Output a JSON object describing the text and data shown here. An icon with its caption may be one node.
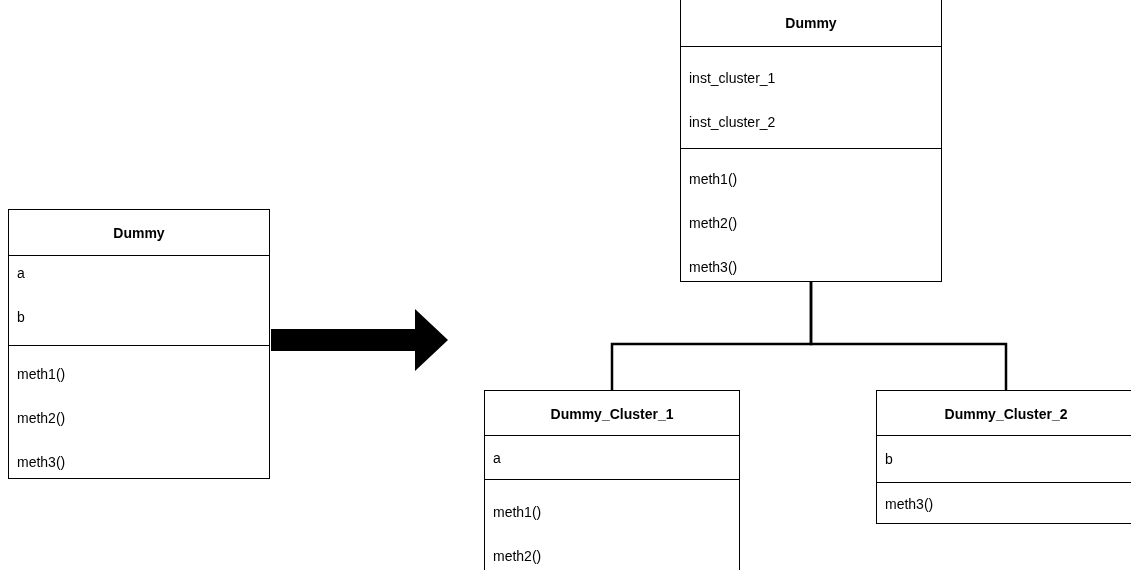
{
  "diagram": {
    "nodes": [
      {
        "text": [
          "Dummy"
        ]
      },
      {
        "text": [
          "a",
          "b"
        ],
        "in": 0
      },
      {
        "text": [
          "meth1()",
          "meth2()",
          "meth3()"
        ],
        "in": 0
      },
      {
        "text": [
          "Dummy"
        ]
      },
      {
        "text": [
          "inst_cluster_1",
          "inst_cluster_2"
        ],
        "in": 3
      },
      {
        "text": [
          "meth1()",
          "meth2()",
          "meth3()"
        ],
        "in": 3
      },
      {
        "text": [
          "Dummy_Cluster_1"
        ]
      },
      {
        "text": [
          "a"
        ],
        "in": 6
      },
      {
        "text": [
          "meth1()",
          "meth2()"
        ],
        "in": 6
      },
      {
        "text": [
          "Dummy_Cluster_2"
        ]
      },
      {
        "text": [
          "b"
        ],
        "in": 9
      },
      {
        "text": [
          "meth3()"
        ],
        "in": 9
      }
    ],
    "edges": [
      {
        "from": 0,
        "to": null,
        "arrow": "to",
        "style": "thick"
      },
      {
        "from": 3,
        "to": 6,
        "arrow": "none"
      },
      {
        "from": 3,
        "to": 9,
        "arrow": "none"
      }
    ]
  }
}
